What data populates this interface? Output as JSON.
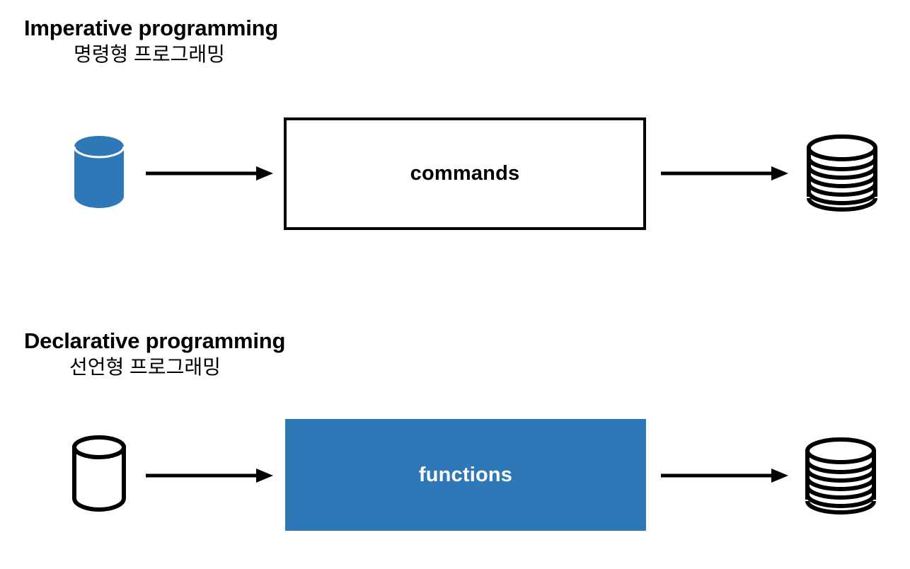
{
  "diagram": {
    "background_color": "#FFFFFF",
    "accent_color": "#2E78B8",
    "stroke_color": "#000000",
    "rows": [
      {
        "id": "imperative",
        "title": "Imperative programming",
        "subtitle": "명령형 프로그래밍",
        "source_icon": "filled-cylinder-database-icon",
        "process_label": "commands",
        "process_fill": "#FFFFFF",
        "process_text_color": "#000000",
        "process_border": "#000000",
        "target_icon": "stacked-disks-database-icon",
        "arrow_in": "arrow-right",
        "arrow_out": "arrow-right"
      },
      {
        "id": "declarative",
        "title": "Declarative programming",
        "subtitle": "선언형 프로그래밍",
        "source_icon": "outline-cylinder-database-icon",
        "process_label": "functions",
        "process_fill": "#2E78B8",
        "process_text_color": "#FFFFFF",
        "process_border": "none",
        "target_icon": "stacked-disks-database-icon",
        "arrow_in": "arrow-right",
        "arrow_out": "arrow-right"
      }
    ]
  }
}
